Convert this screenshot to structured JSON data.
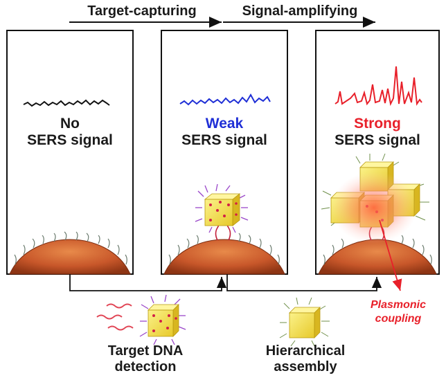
{
  "header": {
    "step1": "Target-capturing",
    "step2": "Signal-amplifying"
  },
  "panels": [
    {
      "line1": "No",
      "line2": "SERS signal",
      "spectrum_color": "#111111"
    },
    {
      "line1": "Weak",
      "line2": "SERS signal",
      "spectrum_color": "#1f2fd6"
    },
    {
      "line1": "Strong",
      "line2": "SERS signal",
      "spectrum_color": "#e8202a"
    }
  ],
  "bottom": {
    "left_label_1": "Target DNA",
    "left_label_2": "detection",
    "right_label_1": "Hierarchical",
    "right_label_2": "assembly",
    "annotation_1": "Plasmonic",
    "annotation_2": "coupling"
  },
  "colors": {
    "weak": "#1f2fd6",
    "strong": "#e8202a",
    "substrate": "#c8572a",
    "nanoparticle": "#f2e23a"
  }
}
